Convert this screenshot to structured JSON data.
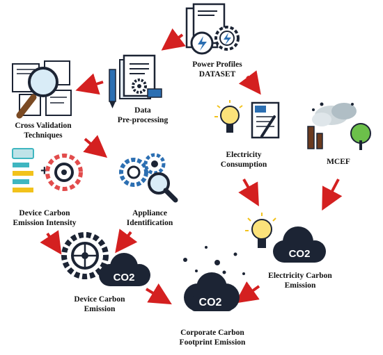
{
  "nodes": {
    "dataset": {
      "line1": "Power Profiles",
      "line2": "DATASET",
      "icon": "dataset-documents-gear-icon"
    },
    "preprocessing": {
      "line1": "Data",
      "line2": "Pre-processing",
      "icon": "document-gear-icon"
    },
    "cross_validation": {
      "line1": "Cross Validation",
      "line2": "Techniques",
      "icon": "magnifier-documents-icon"
    },
    "electricity_consumption": {
      "line1": "Electricity",
      "line2": "Consumption",
      "icon": "lightbulb-invoice-icon"
    },
    "mcef": {
      "line1": "MCEF",
      "icon": "factory-smoke-tree-icon"
    },
    "device_intensity": {
      "line1": "Device Carbon",
      "line2": "Emission Intensity",
      "icon": "panel-plus-gear-icon"
    },
    "appliance": {
      "line1": "Appliance",
      "line2": "Identification",
      "icon": "gears-magnifier-icon"
    },
    "device_emission": {
      "line1": "Device Carbon",
      "line2": "Emission",
      "icon": "gear-co2-cloud-icon"
    },
    "electricity_emission": {
      "line1": "Electricity Carbon",
      "line2": "Emission",
      "icon": "lightbulb-co2-cloud-icon"
    },
    "corporate": {
      "line1": "Corporate Carbon",
      "line2": "Footprint Emission",
      "icon": "co2-cloud-icon"
    }
  },
  "cloud_text": "CO2",
  "colors": {
    "arrow": "#d42020",
    "navy": "#1c2434",
    "blue": "#2c6fb2",
    "yellow": "#f2c21b",
    "teal": "#3fb6c0"
  }
}
